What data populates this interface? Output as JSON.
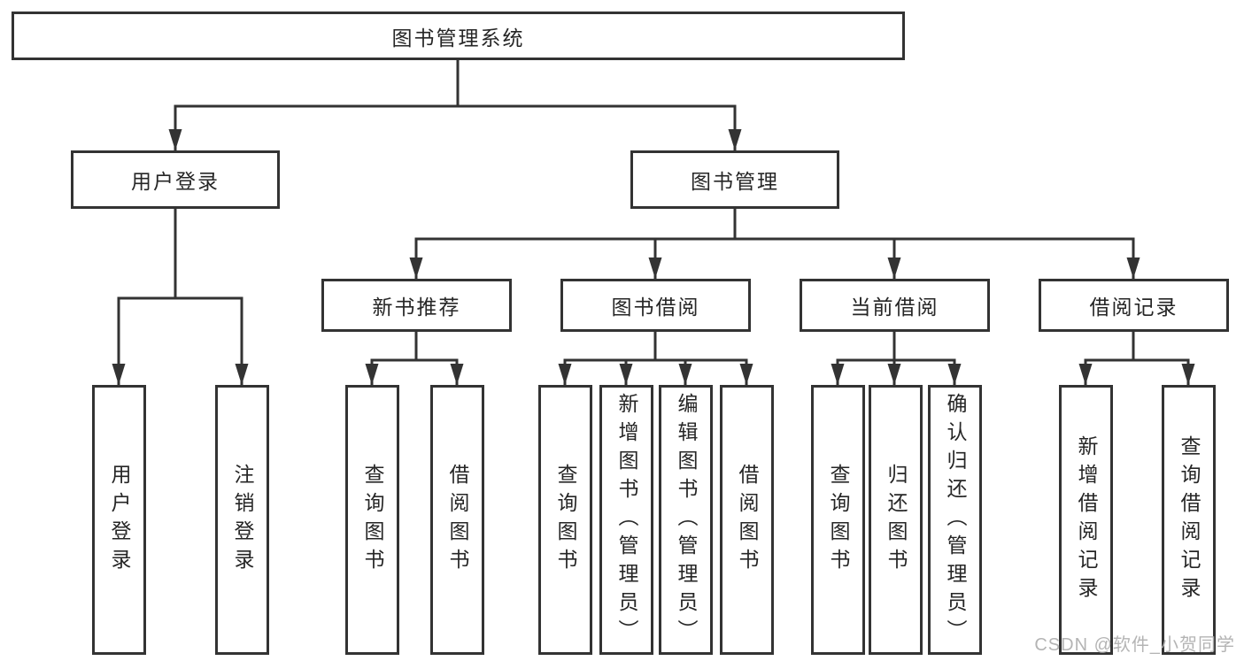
{
  "colors": {
    "line": "#333333",
    "box_border": "#333333",
    "text": "#262626",
    "watermark": "#aeaeae",
    "background": "#ffffff"
  },
  "watermark": "CSDN @软件_小贺同学",
  "tree": {
    "label": "图书管理系统",
    "children": [
      {
        "label": "用户登录",
        "children": [
          {
            "label": "用户登录"
          },
          {
            "label": "注销登录"
          }
        ]
      },
      {
        "label": "图书管理",
        "children": [
          {
            "label": "新书推荐",
            "children": [
              {
                "label": "查询图书"
              },
              {
                "label": "借阅图书"
              }
            ]
          },
          {
            "label": "图书借阅",
            "children": [
              {
                "label": "查询图书"
              },
              {
                "label": "新增图书（管理员）"
              },
              {
                "label": "编辑图书（管理员）"
              },
              {
                "label": "借阅图书"
              }
            ]
          },
          {
            "label": "当前借阅",
            "children": [
              {
                "label": "查询图书"
              },
              {
                "label": "归还图书"
              },
              {
                "label": "确认归还（管理员）"
              }
            ]
          },
          {
            "label": "借阅记录",
            "children": [
              {
                "label": "新增借阅记录"
              },
              {
                "label": "查询借阅记录"
              }
            ]
          }
        ]
      }
    ]
  }
}
